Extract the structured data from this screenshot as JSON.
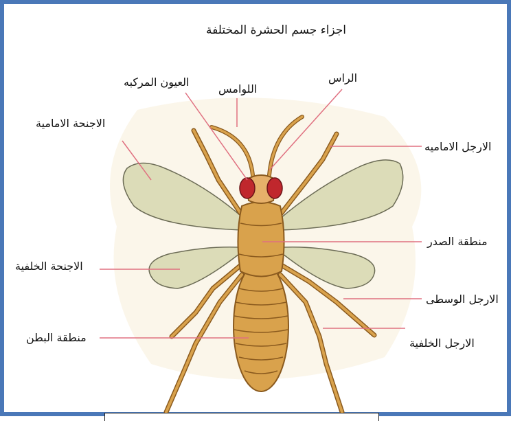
{
  "title": "اجزاء جسم الحشرة المختلفة",
  "labels": {
    "head": "الراس",
    "antennae": "اللوامس",
    "compound_eyes": "العيون المركبه",
    "forewings": "الاجنحة الامامية",
    "front_legs": "الارجل الاماميه",
    "thorax": "منطقة الصدر",
    "hindwings": "الاجنحة الخلفية",
    "middle_legs": "الارجل الوسطى",
    "abdomen": "منطقة البطن",
    "hind_legs": "الارجل الخلفية"
  },
  "colors": {
    "frame_border": "#4a78b8",
    "body_fill": "#d9a24c",
    "body_stroke": "#8a5a1e",
    "wing_fill": "#dcdcb8",
    "eye_fill": "#c0272d",
    "leader_line": "#e07080"
  }
}
